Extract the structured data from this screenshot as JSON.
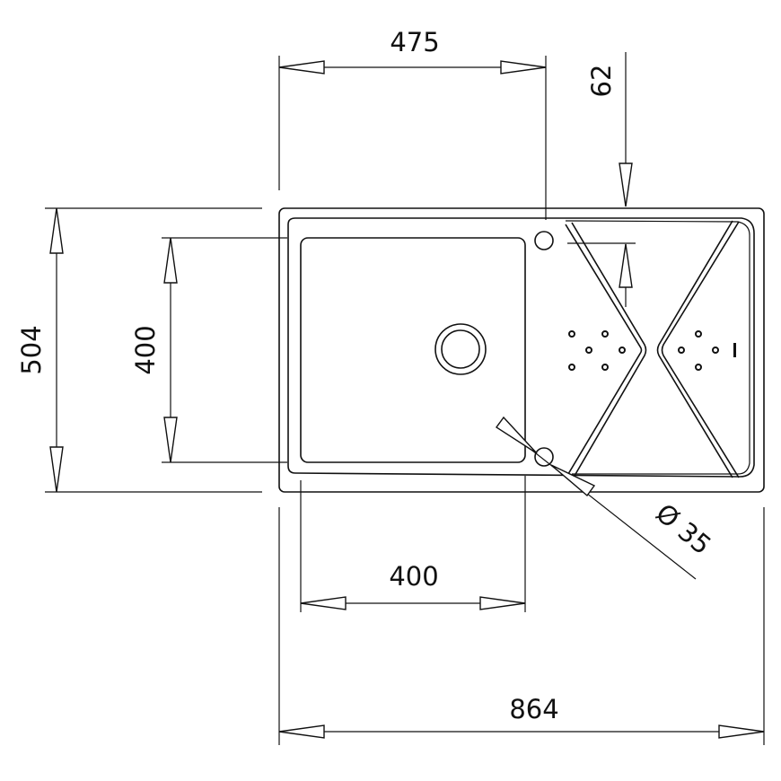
{
  "title": "Sink dimension drawing",
  "dimensions": {
    "top_width": "475",
    "tap_offset": "62",
    "overall_depth": "504",
    "bowl_depth": "400",
    "bowl_width": "400",
    "overall_width": "864",
    "hole_diameter": "Ø 35"
  },
  "colors": {
    "line": "#111111",
    "background": "#ffffff"
  }
}
